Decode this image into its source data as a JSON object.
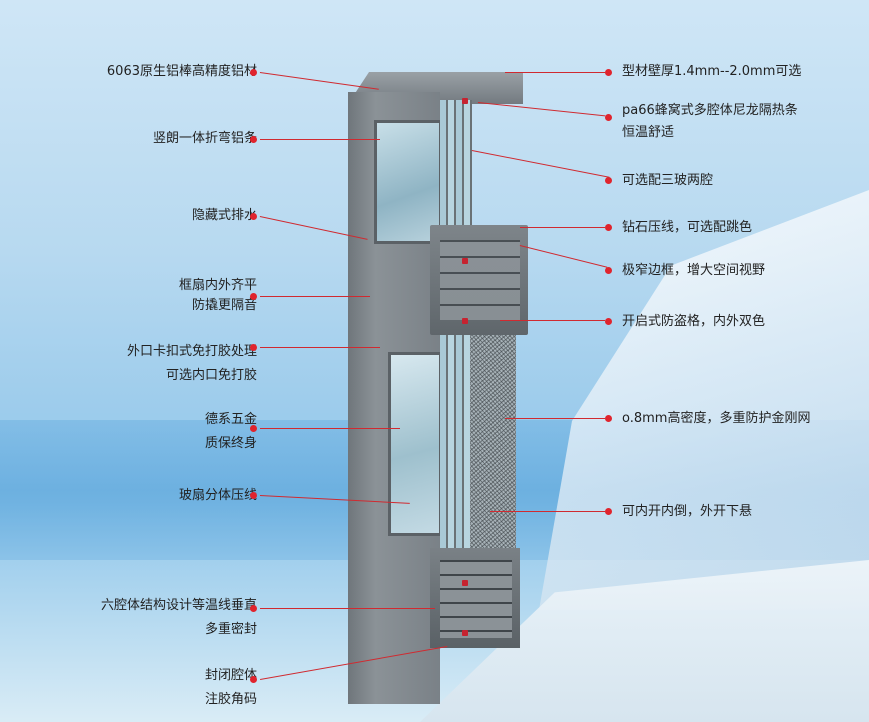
{
  "left_labels": [
    {
      "lines": [
        "6063原生铝棒高精度铝材"
      ]
    },
    {
      "lines": [
        "竖朗一体折弯铝条"
      ]
    },
    {
      "lines": [
        "隐藏式排水"
      ]
    },
    {
      "lines": [
        "框扇内外齐平",
        "防撬更隔音"
      ]
    },
    {
      "lines": [
        "外口卡扣式免打胶处理",
        "可选内口免打胶"
      ]
    },
    {
      "lines": [
        "德系五金",
        "质保终身"
      ]
    },
    {
      "lines": [
        "玻扇分体压线"
      ]
    },
    {
      "lines": [
        "六腔体结构设计等温线垂直",
        "多重密封"
      ]
    },
    {
      "lines": [
        "封闭腔体",
        "注胶角码"
      ]
    }
  ],
  "right_labels": [
    {
      "lines": [
        "型材壁厚1.4mm--2.0mm可选"
      ]
    },
    {
      "lines": [
        "pa66蜂窝式多腔体尼龙隔热条",
        "恒温舒适"
      ]
    },
    {
      "lines": [
        "可选配三玻两腔"
      ]
    },
    {
      "lines": [
        "钻石压线，可选配跳色"
      ]
    },
    {
      "lines": [
        "极窄边框，增大空间视野"
      ]
    },
    {
      "lines": [
        "开启式防盗格，内外双色"
      ]
    },
    {
      "lines": [
        "o.8mm高密度，多重防护金刚网"
      ]
    },
    {
      "lines": [
        "可内开内倒，外开下悬"
      ]
    }
  ],
  "colors": {
    "accent": "#e0242d",
    "profile": "#7a8187"
  }
}
